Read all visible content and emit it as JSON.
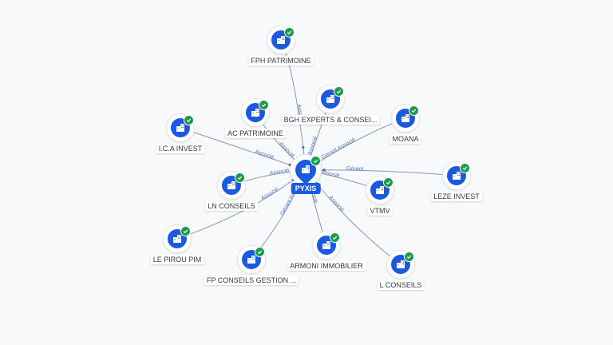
{
  "center": {
    "label": "PYXIS"
  },
  "icons": {
    "company": "company-building-icon",
    "verified": "verified-check-icon"
  },
  "colors": {
    "node": "#1a5ae0",
    "check": "#1c9c4a",
    "edge": "#8e97a8",
    "edge_label": "#4a6fbf"
  },
  "nodes": [
    {
      "id": "fph",
      "label": "FPH PATRIMOINE"
    },
    {
      "id": "bgh",
      "label": "BGH EXPERTS & CONSEI..."
    },
    {
      "id": "ac",
      "label": "AC PATRIMOINE"
    },
    {
      "id": "ica",
      "label": "I.C.A INVEST"
    },
    {
      "id": "moana",
      "label": "MOANA"
    },
    {
      "id": "leze",
      "label": "LEZE INVEST"
    },
    {
      "id": "vtmv",
      "label": "VTMV"
    },
    {
      "id": "ln",
      "label": "LN CONSEILS"
    },
    {
      "id": "lepirou",
      "label": "LE PIROU PIM"
    },
    {
      "id": "fp",
      "label": "FP CONSEILS GESTION ..."
    },
    {
      "id": "armoni",
      "label": "ARMONI IMMOBILIER"
    },
    {
      "id": "lconseils",
      "label": "L CONSEILS"
    }
  ],
  "edges": [
    {
      "to": "fph",
      "label": "Associé"
    },
    {
      "to": "bgh",
      "label": "Associé"
    },
    {
      "to": "ac",
      "label": "Associé"
    },
    {
      "to": "ica",
      "label": "Associé"
    },
    {
      "to": "moana",
      "label": "Gérant Associé"
    },
    {
      "to": "leze",
      "label": "Gérant"
    },
    {
      "to": "vtmv",
      "label": "Associé"
    },
    {
      "to": "ln",
      "label": "Associé"
    },
    {
      "to": "lepirou",
      "label": "Associé"
    },
    {
      "to": "fp",
      "label": "Gérant Associé"
    },
    {
      "to": "armoni",
      "label": "Associé"
    },
    {
      "to": "lconseils",
      "label": "Associé"
    }
  ]
}
